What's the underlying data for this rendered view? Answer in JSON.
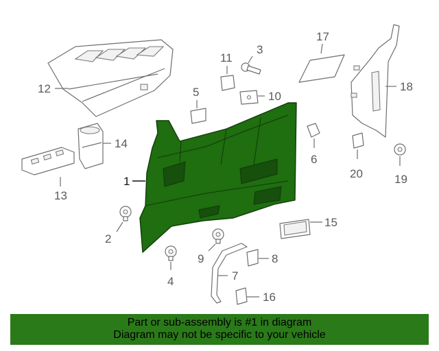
{
  "callouts": {
    "c1": "1",
    "c2": "2",
    "c3": "3",
    "c4": "4",
    "c5": "5",
    "c6": "6",
    "c7": "7",
    "c8": "8",
    "c9": "9",
    "c10": "10",
    "c11": "11",
    "c12": "12",
    "c13": "13",
    "c14": "14",
    "c15": "15",
    "c16": "16",
    "c17": "17",
    "c18": "18",
    "c19": "19",
    "c20": "20"
  },
  "banner": {
    "line1": "Part or sub-assembly is #1 in diagram",
    "line2": "Diagram may not be specific to your vehicle"
  },
  "colors": {
    "highlight_part": "#1f6e10",
    "banner_bg": "#2b7a1a"
  }
}
